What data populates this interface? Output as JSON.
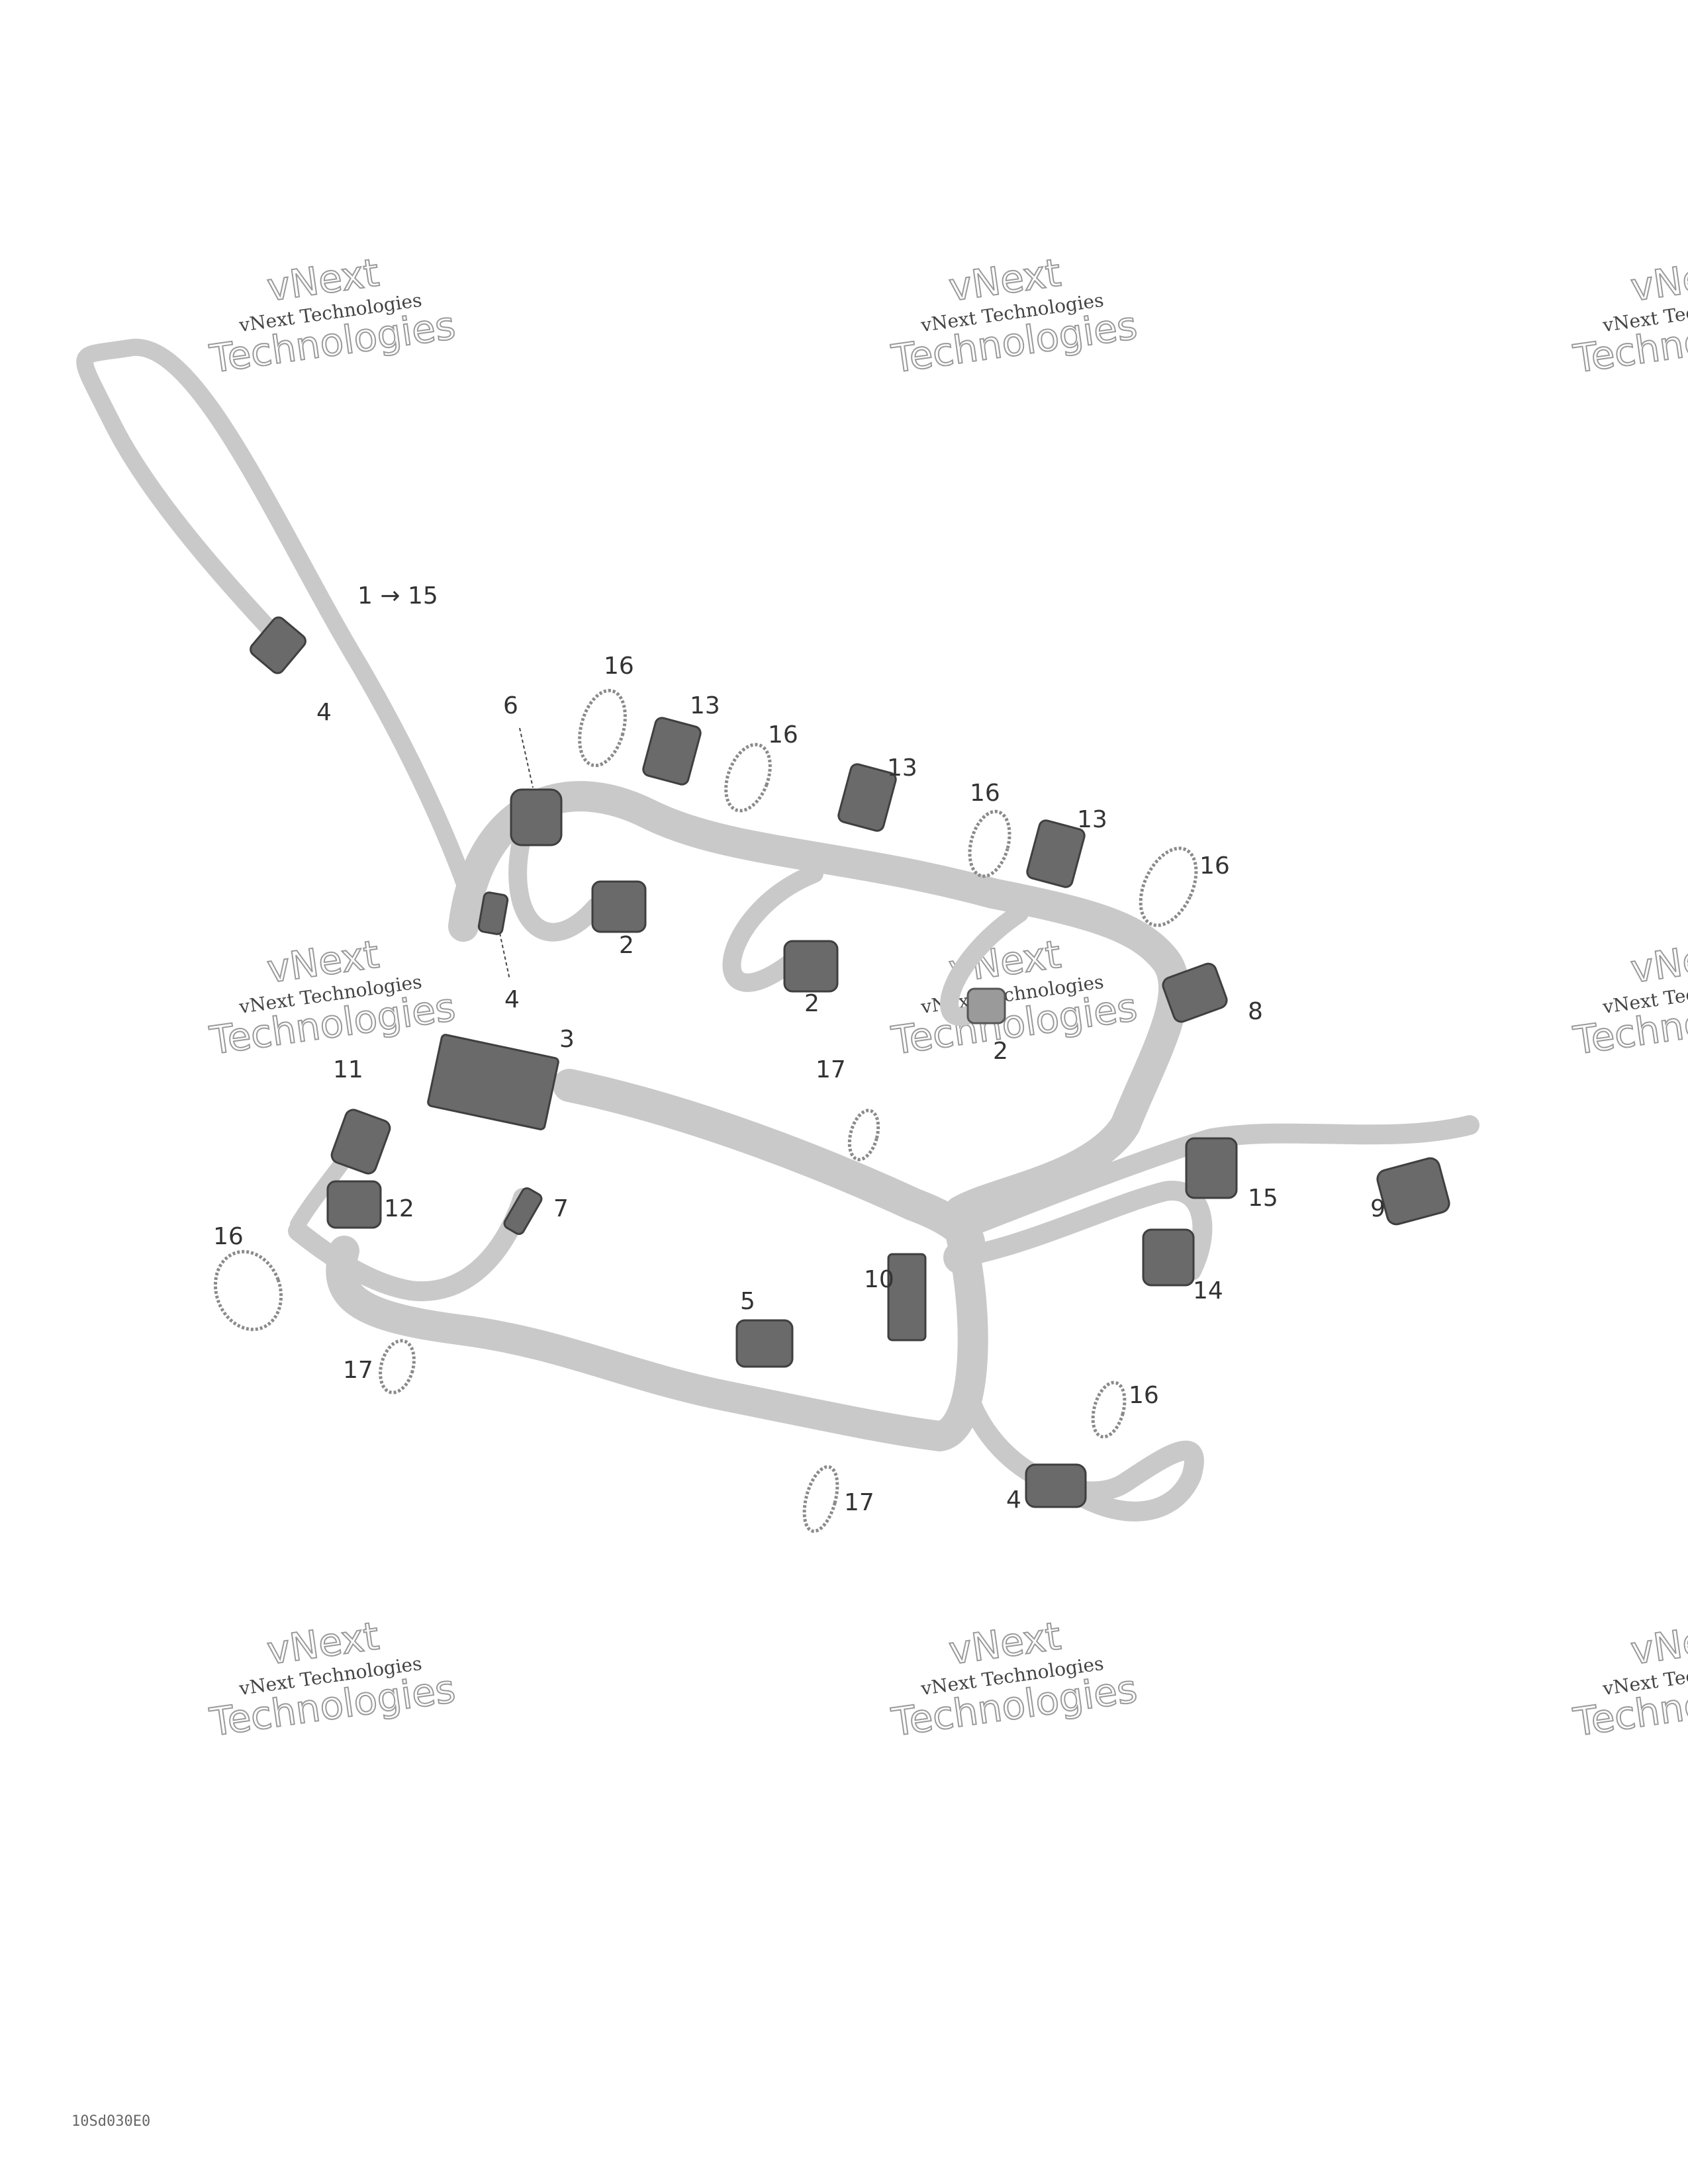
{
  "watermark": {
    "line": "vNext Technologies",
    "big_top": "vNext",
    "big_bottom": "Technologies"
  },
  "callouts": {
    "c_1_15": "1 → 15",
    "c_2a": "2",
    "c_2b": "2",
    "c_2c": "2",
    "c_3": "3",
    "c_4a": "4",
    "c_4b": "4",
    "c_4c": "4",
    "c_5": "5",
    "c_6": "6",
    "c_7": "7",
    "c_8": "8",
    "c_9": "9",
    "c_10": "10",
    "c_11": "11",
    "c_12": "12",
    "c_13a": "13",
    "c_13b": "13",
    "c_13c": "13",
    "c_14": "14",
    "c_15": "15",
    "c_16a": "16",
    "c_16b": "16",
    "c_16c": "16",
    "c_16d": "16",
    "c_16e": "16",
    "c_16f": "16",
    "c_17a": "17",
    "c_17b": "17",
    "c_17c": "17"
  },
  "figure_code": "10Sd030E0"
}
